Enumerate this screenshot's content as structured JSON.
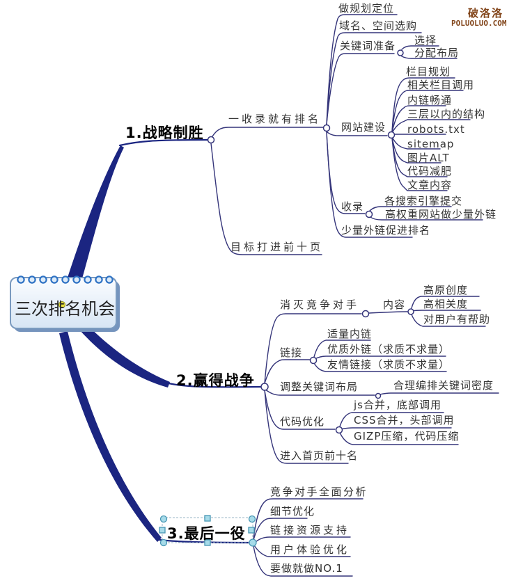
{
  "watermark": {
    "name": "破洛洛",
    "domain": "POLUOLUO.COM"
  },
  "colors": {
    "branch_curve": "#1b2581",
    "connector_line": "#35357a",
    "node_text": "#333333",
    "watermark_text": "#82451a",
    "selection_handle_fill": "#a7dbe9",
    "selection_handle_border": "#4796b4",
    "root_border": "#7a9abf",
    "spiral_ring": "#2e72c4",
    "marker_dot": "#ece43c"
  },
  "mindmap": {
    "root": "三次排名机会",
    "branches": [
      {
        "label": "1.战略制胜",
        "children": [
          {
            "label": "一收录就有排名",
            "children": [
              {
                "label": "做规划定位"
              },
              {
                "label": "域名、空间选购"
              },
              {
                "label": "关键词准备",
                "children": [
                  {
                    "label": "选择"
                  },
                  {
                    "label": "分配布局"
                  }
                ]
              },
              {
                "label": "网站建设",
                "children": [
                  {
                    "label": "栏目规划"
                  },
                  {
                    "label": "相关栏目调用"
                  },
                  {
                    "label": "内链畅通"
                  },
                  {
                    "label": "三层以内的结构"
                  },
                  {
                    "label": "robots.txt"
                  },
                  {
                    "label": "sitemap"
                  },
                  {
                    "label": "图片ALT"
                  },
                  {
                    "label": "代码减肥"
                  },
                  {
                    "label": "文章内容"
                  }
                ]
              },
              {
                "label": "收录",
                "children": [
                  {
                    "label": "各搜索引擎提交"
                  },
                  {
                    "label": "高权重网站做少量外链"
                  }
                ]
              },
              {
                "label": "少量外链促进排名"
              }
            ]
          },
          {
            "label": "目标打进前十页"
          }
        ]
      },
      {
        "label": "2.赢得战争",
        "children": [
          {
            "label": "消灭竞争对手",
            "children": [
              {
                "label": "内容",
                "children": [
                  {
                    "label": "高原创度"
                  },
                  {
                    "label": "高相关度"
                  },
                  {
                    "label": "对用户有帮助"
                  }
                ]
              }
            ]
          },
          {
            "label": "链接",
            "children": [
              {
                "label": "适量内链"
              },
              {
                "label": "优质外链（求质不求量）"
              },
              {
                "label": "友情链接（求质不求量）"
              }
            ]
          },
          {
            "label": "调整关键词布局",
            "children": [
              {
                "label": "合理编排关键词密度"
              }
            ]
          },
          {
            "label": "代码优化",
            "children": [
              {
                "label": "js合并，底部调用"
              },
              {
                "label": "CSS合并，头部调用"
              },
              {
                "label": "GIZP压缩，代码压缩"
              }
            ]
          },
          {
            "label": "进入首页前十名"
          }
        ]
      },
      {
        "label": "3.最后一役",
        "children": [
          {
            "label": "竞争对手全面分析"
          },
          {
            "label": "细节优化"
          },
          {
            "label": "链接资源支持"
          },
          {
            "label": "用户体验优化"
          },
          {
            "label": "要做就做NO.1"
          }
        ]
      }
    ]
  }
}
